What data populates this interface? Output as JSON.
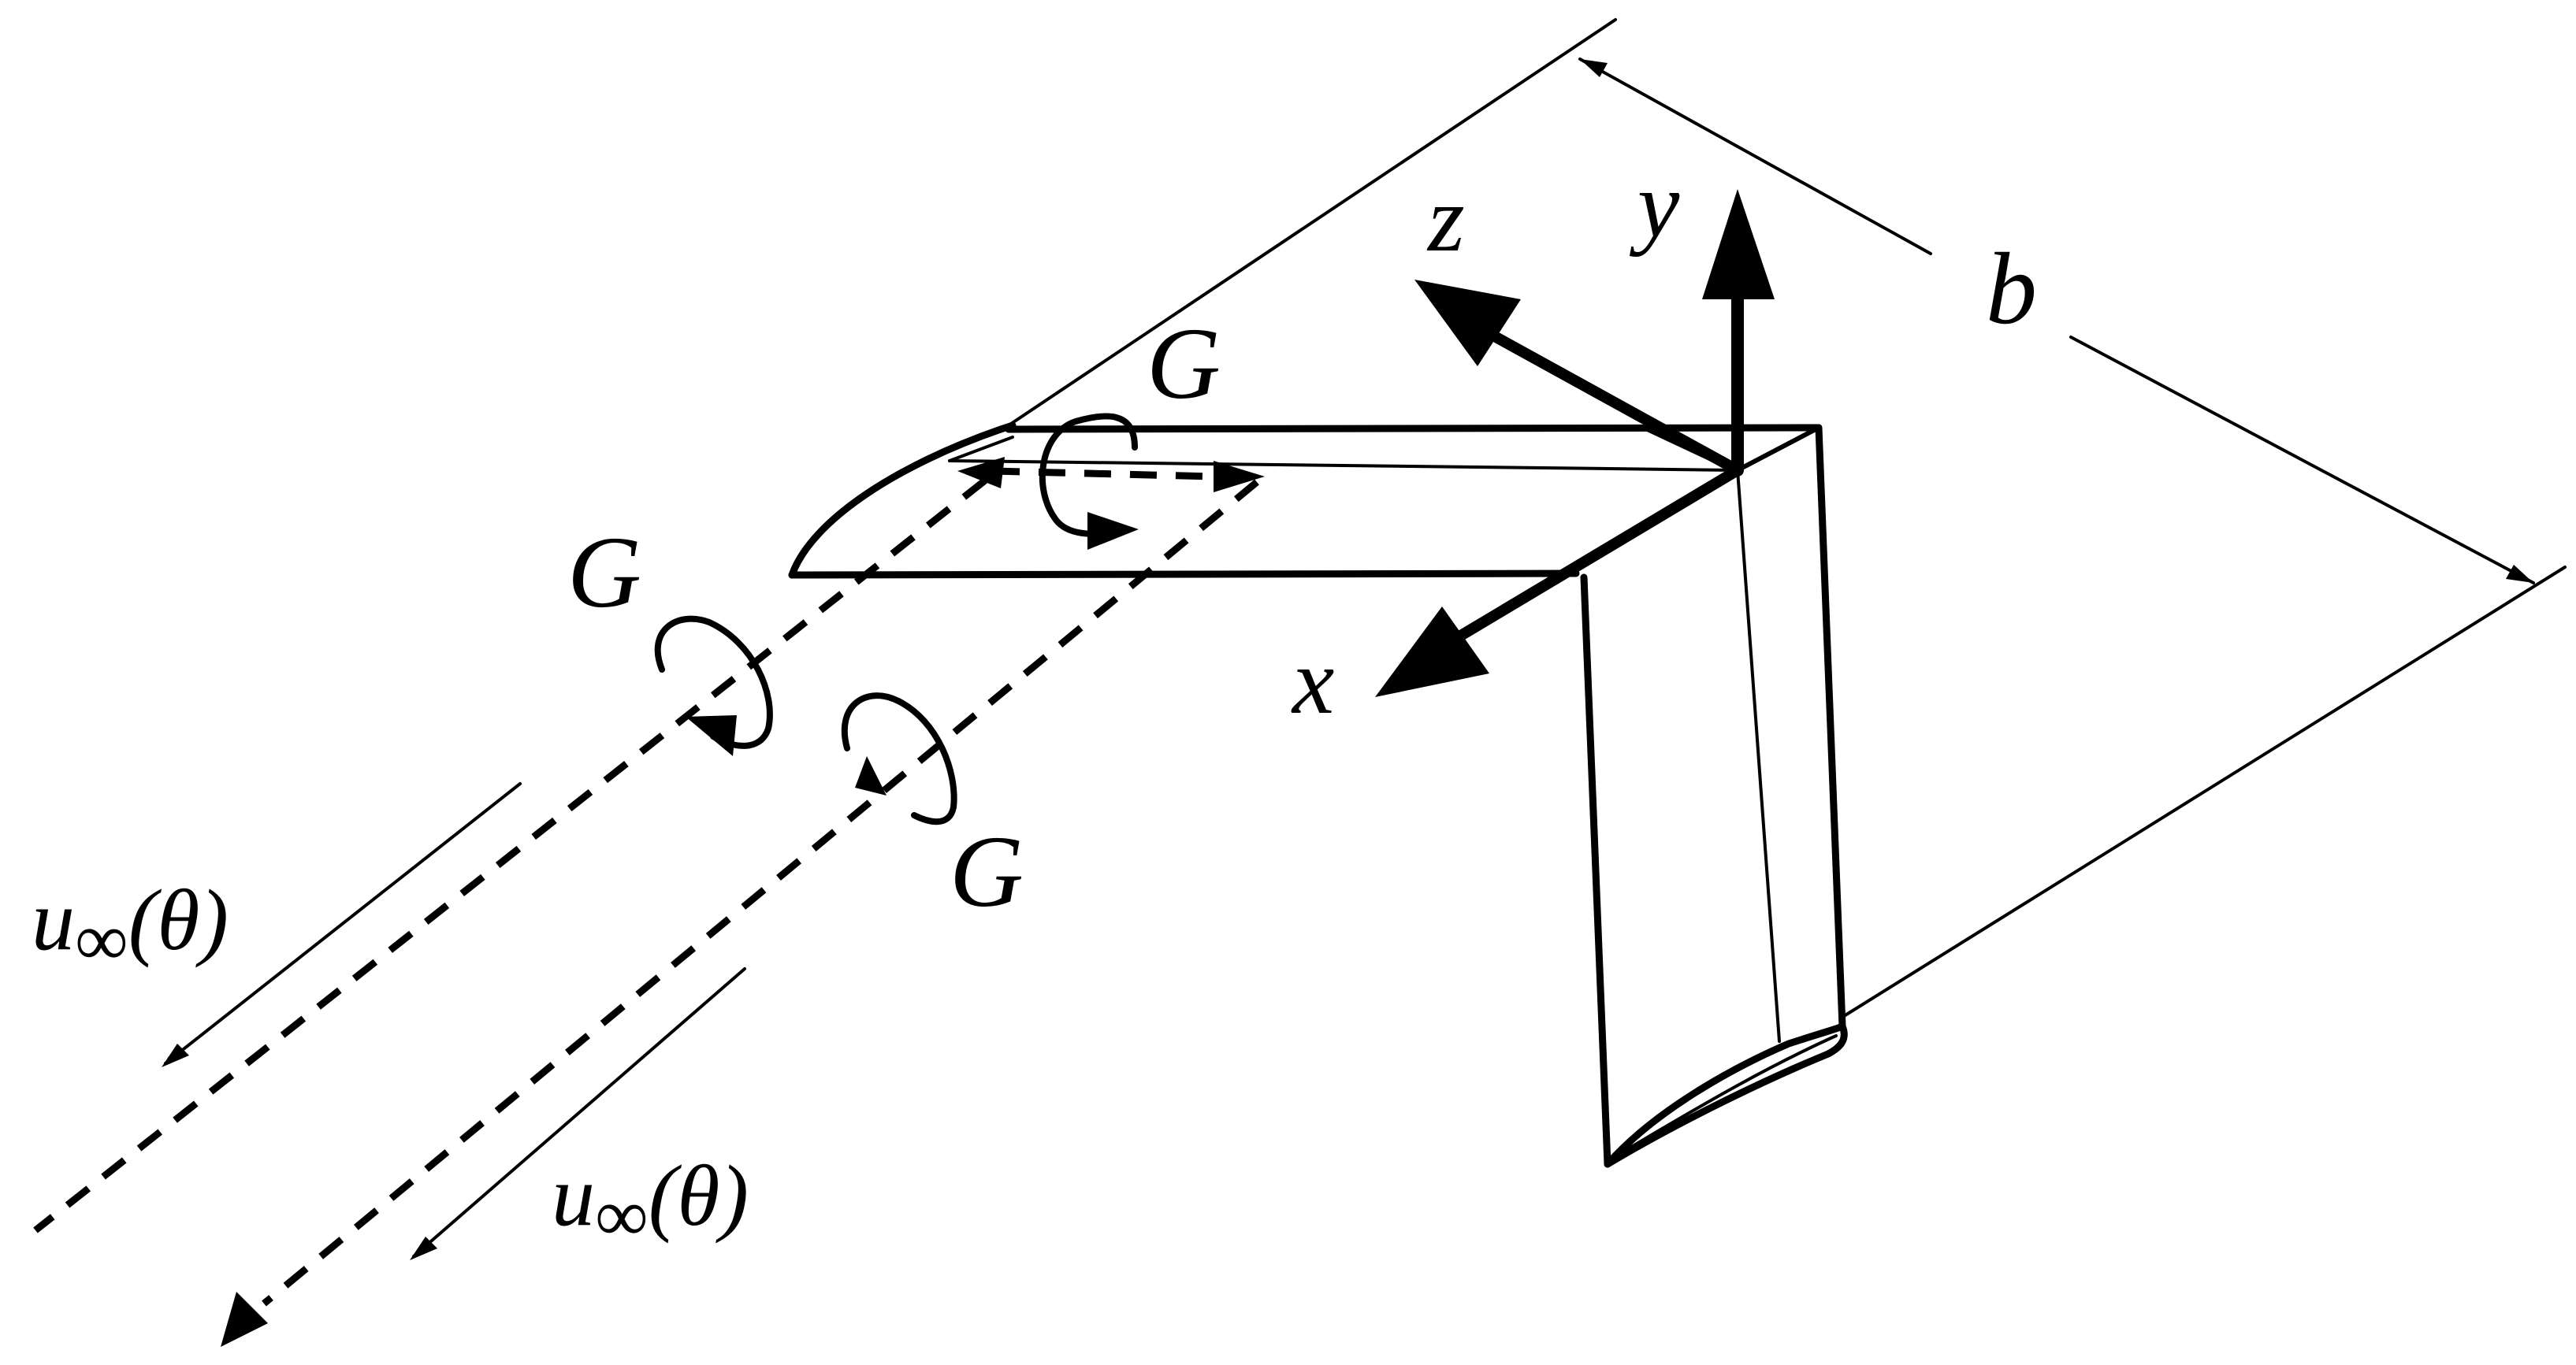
{
  "labels": {
    "span": "b",
    "axis_x": "x",
    "axis_y": "y",
    "axis_z": "z",
    "circulation_top": "G",
    "circulation_left": "G",
    "circulation_right": "G",
    "u_inf_left": "u",
    "u_inf_right": "u",
    "infinity_sub": "∞",
    "theta_arg": "(θ)"
  },
  "colors": {
    "stroke": "#000000",
    "background": "#ffffff"
  }
}
